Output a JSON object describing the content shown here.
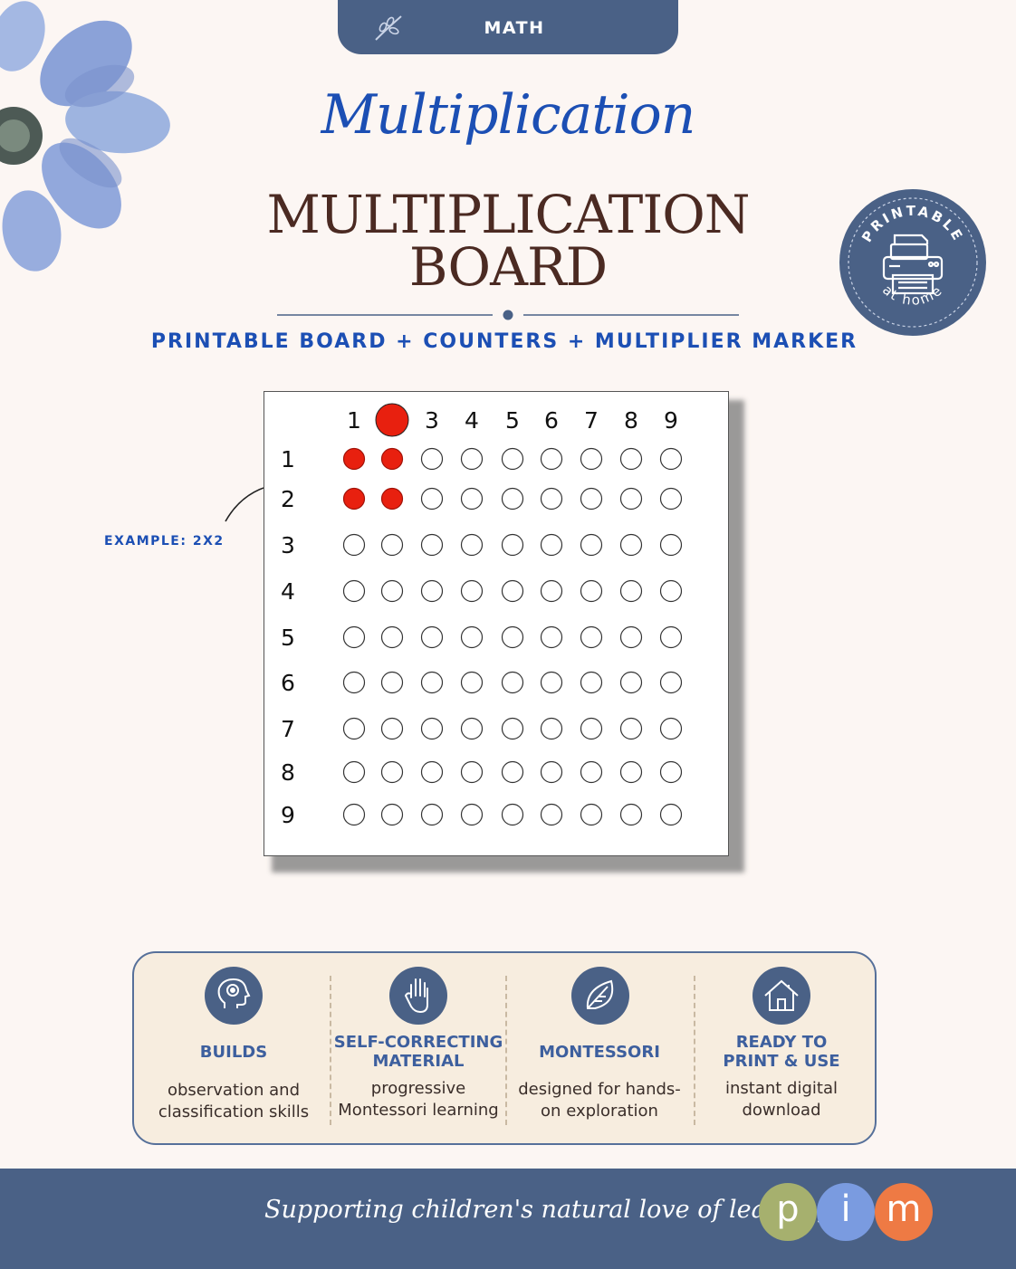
{
  "header": {
    "category": "MATH"
  },
  "title": {
    "script": "Multiplication",
    "main_line1": "MULTIPLICATION",
    "main_line2": "BOARD",
    "subtitle": "PRINTABLE BOARD + COUNTERS + MULTIPLIER MARKER"
  },
  "badge": {
    "top_text": "PRINTABLE",
    "bottom_text": "at home",
    "icon": "printer-icon"
  },
  "example_label": "EXAMPLE: 2X2",
  "board": {
    "column_labels": [
      "1",
      "",
      "3",
      "4",
      "5",
      "6",
      "7",
      "8",
      "9"
    ],
    "row_labels": [
      "1",
      "2",
      "3",
      "4",
      "5",
      "6",
      "7",
      "8",
      "9"
    ],
    "marker_column": 2,
    "filled_rows": 2,
    "filled_columns": 2,
    "counter_color": "#e8200f"
  },
  "features": [
    {
      "icon": "head-icon",
      "title": "BUILDS",
      "desc_line1": "observation and",
      "desc_line2": "classification skills"
    },
    {
      "icon": "hand-icon",
      "title_line1": "SELF-CORRECTING",
      "title_line2": "MATERIAL",
      "desc_line1": "progressive",
      "desc_line2": "Montessori learning"
    },
    {
      "icon": "leaf-icon",
      "title": "MONTESSORI",
      "desc_line1": "designed for hands-",
      "desc_line2": "on exploration"
    },
    {
      "icon": "house-icon",
      "title_line1": "READY TO",
      "title_line2": "PRINT & USE",
      "desc_line1": "instant digital",
      "desc_line2": "download"
    }
  ],
  "footer": {
    "tagline": "Supporting children's natural love of learning",
    "logo_letters": [
      "p",
      "i",
      "m"
    ],
    "logo_colors": [
      "#a6b06e",
      "#7a9be0",
      "#ee7a44"
    ]
  },
  "colors": {
    "accent_blue": "#1c4fb4",
    "navy": "#4a6186",
    "brown": "#4b2a22",
    "background": "#fcf6f3"
  }
}
